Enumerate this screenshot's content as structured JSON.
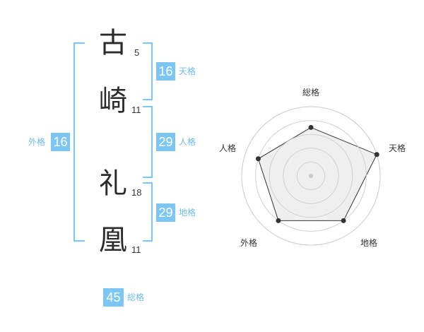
{
  "name_chars": [
    {
      "char": "古",
      "strokes": "5"
    },
    {
      "char": "崎",
      "strokes": "11"
    },
    {
      "char": "礼",
      "strokes": "18"
    },
    {
      "char": "凰",
      "strokes": "11"
    }
  ],
  "fortunes": {
    "tenkaku": {
      "value": "16",
      "label": "天格"
    },
    "jinkaku": {
      "value": "29",
      "label": "人格"
    },
    "chikaku": {
      "value": "29",
      "label": "地格"
    },
    "gaikaku": {
      "value": "16",
      "label": "外格"
    },
    "soukaku": {
      "value": "45",
      "label": "総格"
    }
  },
  "colors": {
    "accent": "#7cc7f2",
    "accent_text": "#6fb9e8",
    "radar_fill": "#efefef"
  },
  "chart_data": {
    "type": "radar",
    "axes": [
      "総格",
      "天格",
      "地格",
      "外格",
      "人格"
    ],
    "values": [
      3.5,
      5,
      4,
      4,
      4
    ],
    "max": 5,
    "rings": 5
  }
}
